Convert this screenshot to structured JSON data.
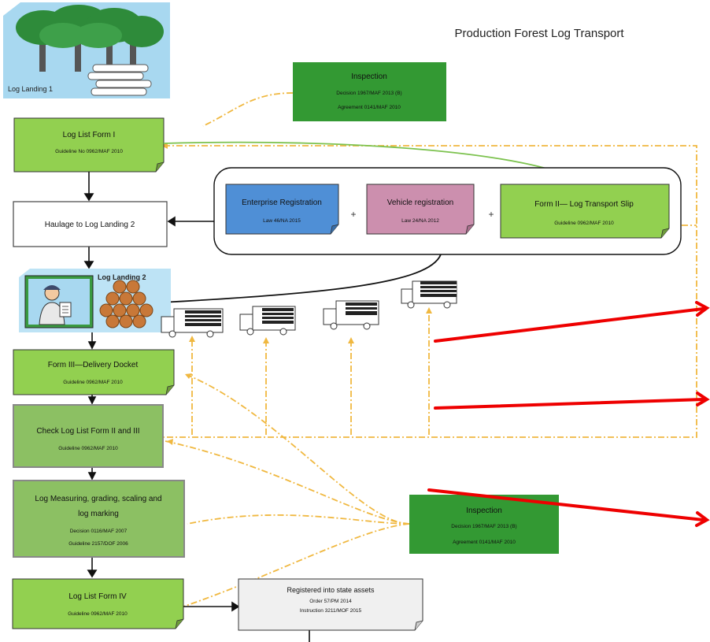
{
  "title": "Production Forest Log Transport",
  "log_landing_1": "Log Landing 1",
  "log_landing_2": "Log Landing 2",
  "inspection_top": {
    "title": "Inspection",
    "line1": "Decision 1967/MAF 2013 (B)",
    "line2": "Agreement 0141/MAF 2010"
  },
  "inspection_bottom": {
    "title": "Inspection",
    "line1": "Decision 1967/MAF 2013 (B)",
    "line2": "Agreement 0141/MAF 2010"
  },
  "log_list_form1": {
    "title": "Log List Form I",
    "sub": "Guideline No 0962/MAF 2010"
  },
  "haulage": {
    "title": "Haulage to Log Landing 2"
  },
  "enterprise": {
    "title": "Enterprise Registration",
    "sub": "Law 46/NA 2015"
  },
  "vehicle": {
    "title": "Vehicle registration",
    "sub": "Law 24/NA 2012"
  },
  "form2": {
    "title": "Form II— Log Transport Slip",
    "sub": "Guideline 0962/MAF 2010"
  },
  "plus": "+",
  "form3": {
    "title": "Form III—Delivery Docket",
    "sub": "Guideline 0962/MAF 2010"
  },
  "check": {
    "title": "Check Log List Form II and III",
    "sub": "Guideline 0962/MAF 2010"
  },
  "measuring": {
    "title1": "Log Measuring, grading, scaling and",
    "title2": "log marking",
    "sub1": "Decision 0116/MAF 2007",
    "sub2": "Guideline 2157/DOF 2006"
  },
  "form4": {
    "title": "Log List  Form IV",
    "sub": "Guideline 0962/MAF 2010"
  },
  "registered": {
    "title": "Registered into state assets",
    "sub1": "Order 57/PM 2014",
    "sub2": "Instruction 3211/MOF 2015"
  },
  "colors": {
    "light_green": "#92d050",
    "dark_green": "#339933",
    "blue": "#4f8fd6",
    "pink": "#cc8fae",
    "gray_green": "#8cc063",
    "yellow_dash": "#f0b840",
    "red": "#ee0000"
  }
}
